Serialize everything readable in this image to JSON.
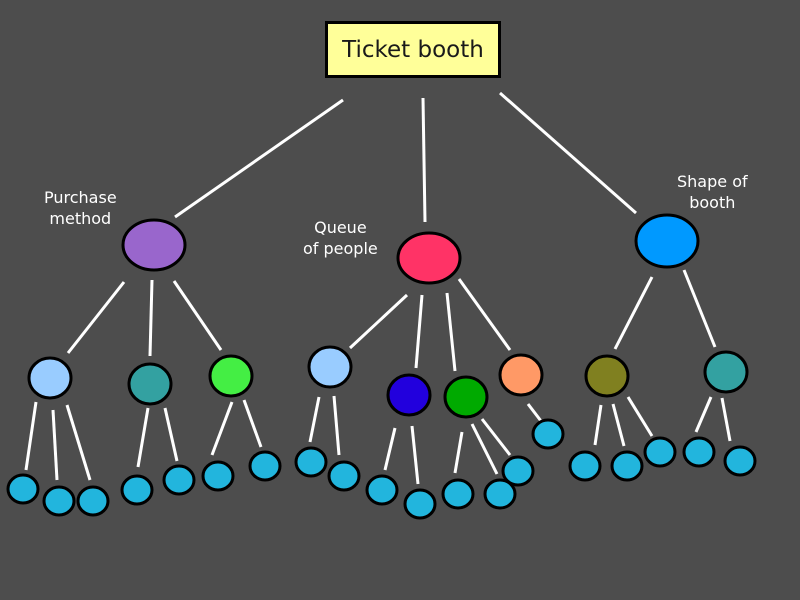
{
  "root": {
    "label": "Ticket booth",
    "fill": "#ffff99"
  },
  "categories": [
    {
      "label_line1": "Purchase",
      "label_line2": "method",
      "fill": "#9966cc",
      "children": [
        {
          "fill": "#99ccff",
          "leaves": 3
        },
        {
          "fill": "#33a1a1",
          "leaves": 2
        },
        {
          "fill": "#44ee44",
          "leaves": 2
        }
      ]
    },
    {
      "label_line1": "Queue",
      "label_line2": "of people",
      "fill": "#ff3366",
      "children": [
        {
          "fill": "#99ccff",
          "leaves": 2
        },
        {
          "fill": "#2200dd",
          "leaves": 2
        },
        {
          "fill": "#00aa00",
          "leaves": 3
        },
        {
          "fill": "#ff9966",
          "leaves": 1
        }
      ]
    },
    {
      "label_line1": "Shape of",
      "label_line2": "booth",
      "fill": "#0099ff",
      "children": [
        {
          "fill": "#808020",
          "leaves": 3
        },
        {
          "fill": "#33a1a1",
          "leaves": 2
        }
      ]
    }
  ],
  "leaf_fill": "#22b5dd",
  "edge_color": "#ffffff",
  "background": "#4d4d4d"
}
